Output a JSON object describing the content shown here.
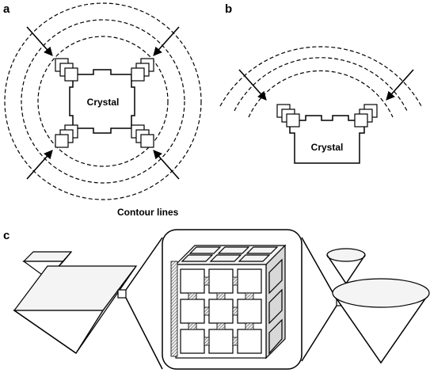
{
  "figure": {
    "panels": [
      {
        "label": "a",
        "crystal_text": "Crystal",
        "caption": "Contour lines"
      },
      {
        "label": "b",
        "crystal_text": "Crystal"
      },
      {
        "label": "c"
      }
    ]
  }
}
